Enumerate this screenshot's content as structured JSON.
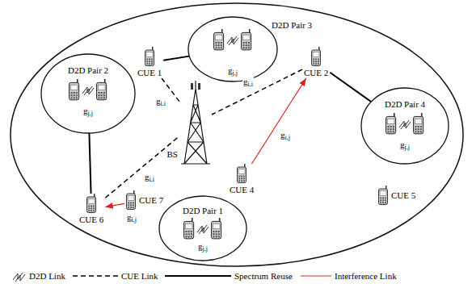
{
  "diagram": {
    "nodes": [
      {
        "text": [
          "D2D Pair 3",
          "gj,j"
        ]
      },
      {
        "text": [
          "CUE 1"
        ]
      },
      {
        "text": [
          "CUE 2"
        ]
      },
      {
        "text": [
          "D2D Pair 2",
          "gj,j"
        ]
      },
      {
        "text": [
          "BS"
        ]
      },
      {
        "text": [
          "D2D Pair 4",
          "gj,j"
        ]
      },
      {
        "text": [
          "CUE 6"
        ]
      },
      {
        "text": [
          "CUE 7"
        ]
      },
      {
        "text": [
          "CUE 4"
        ]
      },
      {
        "text": [
          "CUE 5"
        ]
      },
      {
        "text": [
          "D2D Pair 1",
          "gj,j"
        ]
      }
    ],
    "edges": [
      {
        "from": 1,
        "to": 4,
        "arrow": "none",
        "label": "gi,i"
      },
      {
        "from": 2,
        "to": 4,
        "arrow": "none",
        "label": "gi,i"
      },
      {
        "from": 6,
        "to": 4,
        "arrow": "none",
        "label": "gi,i"
      },
      {
        "from": 1,
        "to": 0,
        "arrow": "none"
      },
      {
        "from": 2,
        "to": 5,
        "arrow": "none"
      },
      {
        "from": 3,
        "to": 6,
        "arrow": "none"
      },
      {
        "from": 7,
        "to": 6,
        "arrow": "to",
        "label": "gi,j"
      },
      {
        "from": 8,
        "to": 2,
        "arrow": "to",
        "label": "gi,j"
      }
    ],
    "legend": [
      {
        "text": "D2D Link"
      },
      {
        "text": "CUE Link"
      },
      {
        "text": "Spectrum Reuse"
      },
      {
        "text": "Interference Link"
      }
    ]
  }
}
